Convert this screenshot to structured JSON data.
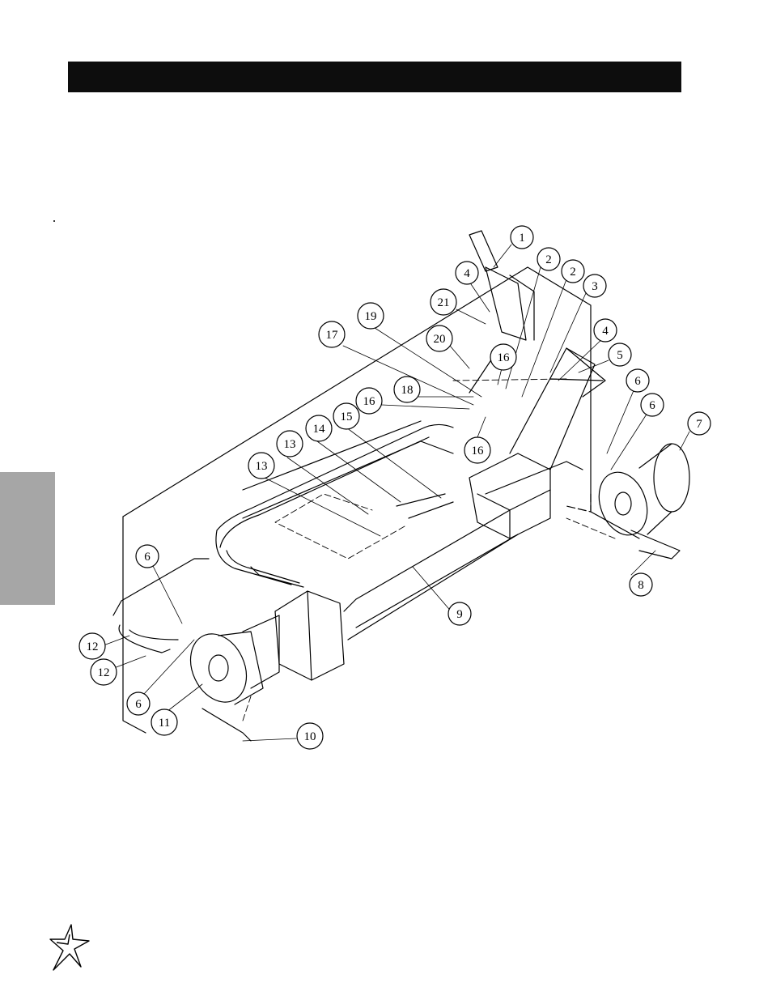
{
  "header": {
    "title": "",
    "bar_color": "#0d0d0d"
  },
  "side_tab": {
    "label": "",
    "color": "#a6a6a6"
  },
  "diagram": {
    "callouts": [
      {
        "id": "c1",
        "label": "1"
      },
      {
        "id": "c2a",
        "label": "2"
      },
      {
        "id": "c2b",
        "label": "2"
      },
      {
        "id": "c3",
        "label": "3"
      },
      {
        "id": "c4a",
        "label": "4"
      },
      {
        "id": "c4b",
        "label": "4"
      },
      {
        "id": "c5",
        "label": "5"
      },
      {
        "id": "c6a",
        "label": "6"
      },
      {
        "id": "c6b",
        "label": "6"
      },
      {
        "id": "c6c",
        "label": "6"
      },
      {
        "id": "c6d",
        "label": "6"
      },
      {
        "id": "c7",
        "label": "7"
      },
      {
        "id": "c8",
        "label": "8"
      },
      {
        "id": "c9",
        "label": "9"
      },
      {
        "id": "c10",
        "label": "10"
      },
      {
        "id": "c11",
        "label": "11"
      },
      {
        "id": "c12a",
        "label": "12"
      },
      {
        "id": "c12b",
        "label": "12"
      },
      {
        "id": "c13a",
        "label": "13"
      },
      {
        "id": "c13b",
        "label": "13"
      },
      {
        "id": "c14",
        "label": "14"
      },
      {
        "id": "c15",
        "label": "15"
      },
      {
        "id": "c16a",
        "label": "16"
      },
      {
        "id": "c16b",
        "label": "16"
      },
      {
        "id": "c16c",
        "label": "16"
      },
      {
        "id": "c17",
        "label": "17"
      },
      {
        "id": "c18",
        "label": "18"
      },
      {
        "id": "c19",
        "label": "19"
      },
      {
        "id": "c20",
        "label": "20"
      },
      {
        "id": "c21",
        "label": "21"
      }
    ]
  },
  "logo": {
    "icon": "star-logo-icon"
  }
}
